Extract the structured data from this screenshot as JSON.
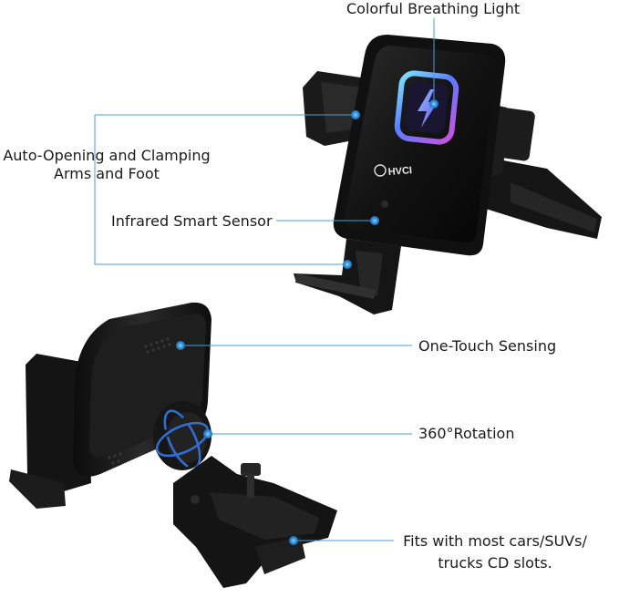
{
  "labels": {
    "breathing_light": "Colorful Breathing Light",
    "auto_opening_line1": "Auto-Opening and Clamping",
    "auto_opening_line2": "Arms and Foot",
    "infrared_sensor": "Infrared Smart Sensor",
    "one_touch": "One-Touch Sensing",
    "rotation": "360°Rotation",
    "fits_line1": "Fits with most cars/SUVs/",
    "fits_line2": "trucks CD slots."
  },
  "brand": {
    "logo_text": "HVCI"
  },
  "colors": {
    "callout_line": "#4a9ed8",
    "callout_dot": "#2f8fd6",
    "device_body": "#1b1b1b",
    "rotation_ring": "#2f6fd6"
  }
}
